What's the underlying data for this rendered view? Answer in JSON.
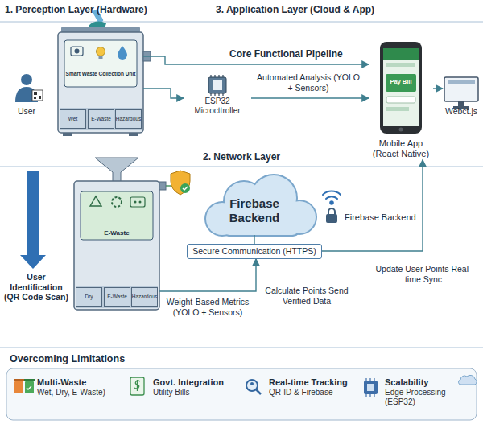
{
  "diagram": {
    "nodes": [
      {
        "text": [
          "Smart Waste Collection Unit"
        ]
      },
      {
        "text": [
          "Wet"
        ],
        "in": 0
      },
      {
        "text": [
          "E-Waste"
        ],
        "in": 0
      },
      {
        "text": [
          "Hazardous"
        ],
        "in": 0
      },
      {
        "text": [
          "ESP32 Microcttroller"
        ]
      },
      {
        "text": [
          "Mobile App (React Native)"
        ]
      },
      {
        "text": [
          "Webct.js"
        ]
      },
      {
        "text": [
          "E-Waste"
        ]
      },
      {
        "text": [
          "Dry"
        ],
        "in": 7
      },
      {
        "text": [
          "E-Waste"
        ],
        "in": 7
      },
      {
        "text": [
          "Hazardous"
        ],
        "in": 7
      },
      {
        "text": [
          "Firebase Backend"
        ]
      },
      {
        "text": [
          "Secure Communication (HTTPS)"
        ]
      },
      {
        "text": [
          "Overcoming Limitations"
        ]
      },
      {
        "text": [
          "Multi-Waste",
          "Wet, Dry, E-Waste)"
        ],
        "in": 13
      },
      {
        "text": [
          "Govt. Integration",
          "Utility Bills"
        ],
        "in": 13
      },
      {
        "text": [
          "Real-time Tracking",
          "QR-ID & Firebase"
        ],
        "in": 13
      },
      {
        "text": [
          "Scalability",
          "Edge Processing (ESP32)"
        ],
        "in": 13
      }
    ],
    "edges": [
      {
        "from": 0,
        "to": 4,
        "arrow": "to"
      },
      {
        "from": 0,
        "to": 5,
        "label": "Core Functional Pipeline",
        "arrow": "to"
      },
      {
        "from": 4,
        "to": 5,
        "label": "Automated Analysis (YOLO + Sensors)",
        "arrow": "to"
      },
      {
        "from": 5,
        "to": 6,
        "arrow": "to"
      },
      {
        "from": 7,
        "to": 12,
        "label": "Calculate Points Send Verified Data",
        "arrow": "to"
      },
      {
        "from": 11,
        "to": 12,
        "arrow": "none"
      },
      {
        "from": 12,
        "to": 5,
        "label": "Update User Points Real-time Sync",
        "arrow": "to"
      }
    ],
    "labels": [
      "1. Perception Layer (Hardware)",
      "3. Application Layer (Cloud & App)",
      "User",
      "Pay Bill",
      "2. Network Layer",
      "User Identification (QR Code Scan)",
      "Weight-Based Metrics (YOLO + Sensors)",
      "Firebase Backend"
    ]
  }
}
